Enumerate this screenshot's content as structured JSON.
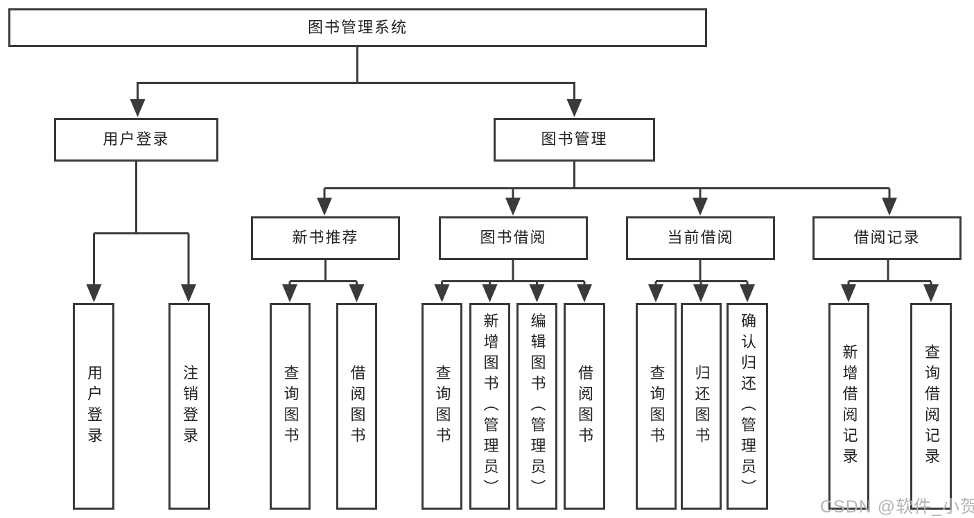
{
  "tree": {
    "root": "图书管理系统",
    "branches": [
      {
        "label": "用户登录",
        "children": [
          "用户登录",
          "注销登录"
        ]
      },
      {
        "label": "图书管理",
        "groups": [
          {
            "label": "新书推荐",
            "children": [
              "查询图书",
              "借阅图书"
            ]
          },
          {
            "label": "图书借阅",
            "children": [
              "查询图书",
              "新增图书（管理员）",
              "编辑图书（管理员）",
              "借阅图书"
            ]
          },
          {
            "label": "当前借阅",
            "children": [
              "查询图书",
              "归还图书",
              "确认归还（管理员）"
            ]
          },
          {
            "label": "借阅记录",
            "children": [
              "新增借阅记录",
              "查询借阅记录"
            ]
          }
        ]
      }
    ]
  },
  "watermark": {
    "text": "CSDN @软件_小贺同学"
  },
  "colors": {
    "line": "#3a3a3a",
    "text": "#222222",
    "watermark": "#b5b5b5",
    "background": "#ffffff"
  }
}
